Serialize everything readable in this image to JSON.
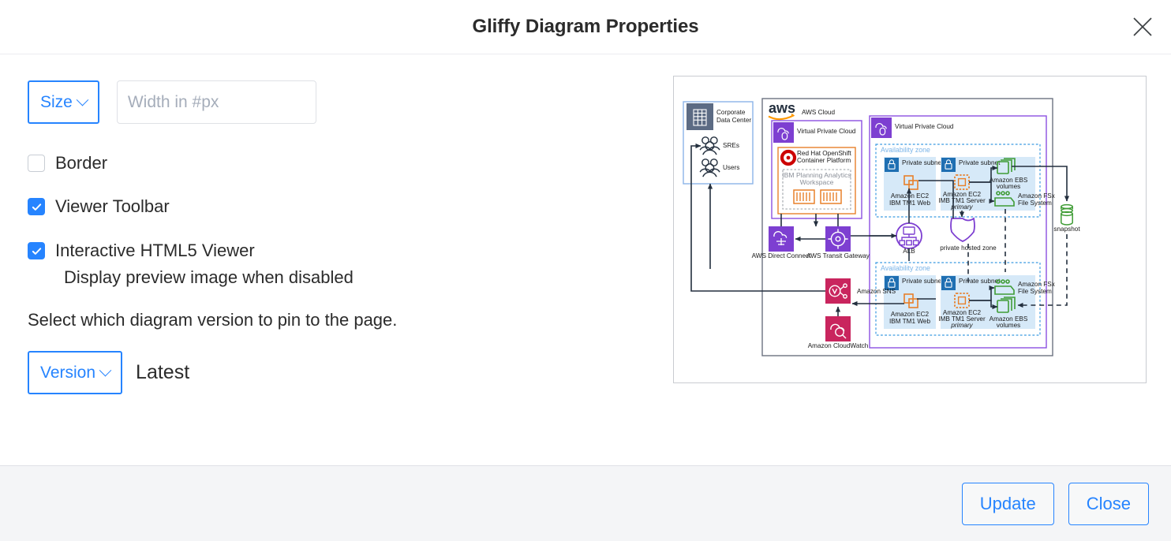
{
  "dialog": {
    "title": "Gliffy Diagram Properties",
    "close_icon": "close-icon"
  },
  "form": {
    "size_dropdown": {
      "label": "Size",
      "icon": "chevron-down-icon"
    },
    "width_input": {
      "value": "",
      "placeholder": "Width in #px"
    },
    "checkboxes": [
      {
        "label": "Border",
        "checked": false
      },
      {
        "label": "Viewer Toolbar",
        "checked": true
      },
      {
        "label": "Interactive HTML5 Viewer",
        "checked": true
      }
    ],
    "sub_label": "Display preview image when disabled",
    "help_text": "Select which diagram version to pin to the page.",
    "version_dropdown": {
      "label": "Version",
      "icon": "chevron-down-icon"
    },
    "version_value": "Latest"
  },
  "footer": {
    "update_label": "Update",
    "close_label": "Close"
  },
  "preview": {
    "alt": "AWS architecture diagram preview",
    "labels": {
      "corporate_data_center": "Corporate\nData Center",
      "corporate_data_center_l1": "Corporate",
      "corporate_data_center_l2": "Data Center",
      "sres": "SREs",
      "users": "Users",
      "aws_cloud": "AWS Cloud",
      "aws_logo": "aws",
      "vpc_left": "Virtual Private Cloud",
      "vpc_right": "Virtual Private Cloud",
      "openshift_l1": "Red Hat OpenShift",
      "openshift_l2": "Container Platform",
      "paw_l1": "IBM Planning Analytics",
      "paw_l2": "Workspace",
      "direct_connect": "AWS Direct Connect",
      "transit_gateway": "AWS Transit Gateway",
      "sns": "Amazon SNS",
      "cloudwatch": "Amazon CloudWatch",
      "alb": "ALB",
      "availability_zone_1": "Availability zone",
      "availability_zone_2": "Availability zone",
      "private_subnet_1": "Private subnet",
      "private_subnet_2": "Private subnet",
      "private_subnet_3": "Private subnet",
      "private_subnet_4": "Private subnet",
      "ec2_web_1_l1": "Amazon EC2",
      "ec2_web_1_l2": "IBM TM1 Web",
      "ec2_web_2_l1": "Amazon EC2",
      "ec2_web_2_l2": "IBM TM1 Web",
      "ec2_server_1_l1": "Amazon EC2",
      "ec2_server_1_l2": "IMB TM1 Server",
      "ec2_server_1_l3": "primary",
      "ec2_server_2_l1": "Amazon EC2",
      "ec2_server_2_l2": "IMB TM1 Server",
      "ec2_server_2_l3": "primary",
      "ebs_1_l1": "Amazon EBS",
      "ebs_1_l2": "volumes",
      "ebs_2_l1": "Amazon EBS",
      "ebs_2_l2": "volumes",
      "fsx_1_l1": "Amazon FSx",
      "fsx_1_l2": "File System",
      "fsx_2_l1": "Amazon FSx",
      "fsx_2_l2": "File System",
      "private_hosted_zone": "private hosted zone",
      "snapshot": "snapshot"
    }
  },
  "colors": {
    "accent_blue": "#2684ff",
    "aws_purple": "#7d3fd1",
    "aws_pink": "#c9255e",
    "aws_green": "#3f9c35",
    "aws_blue": "#1f6fb2",
    "aws_orange": "#e8802a",
    "redhat_red": "#cc0000",
    "slate": "#5c6b84",
    "footer_bg": "#f4f5f7",
    "border_gray": "#dfe1e6"
  }
}
